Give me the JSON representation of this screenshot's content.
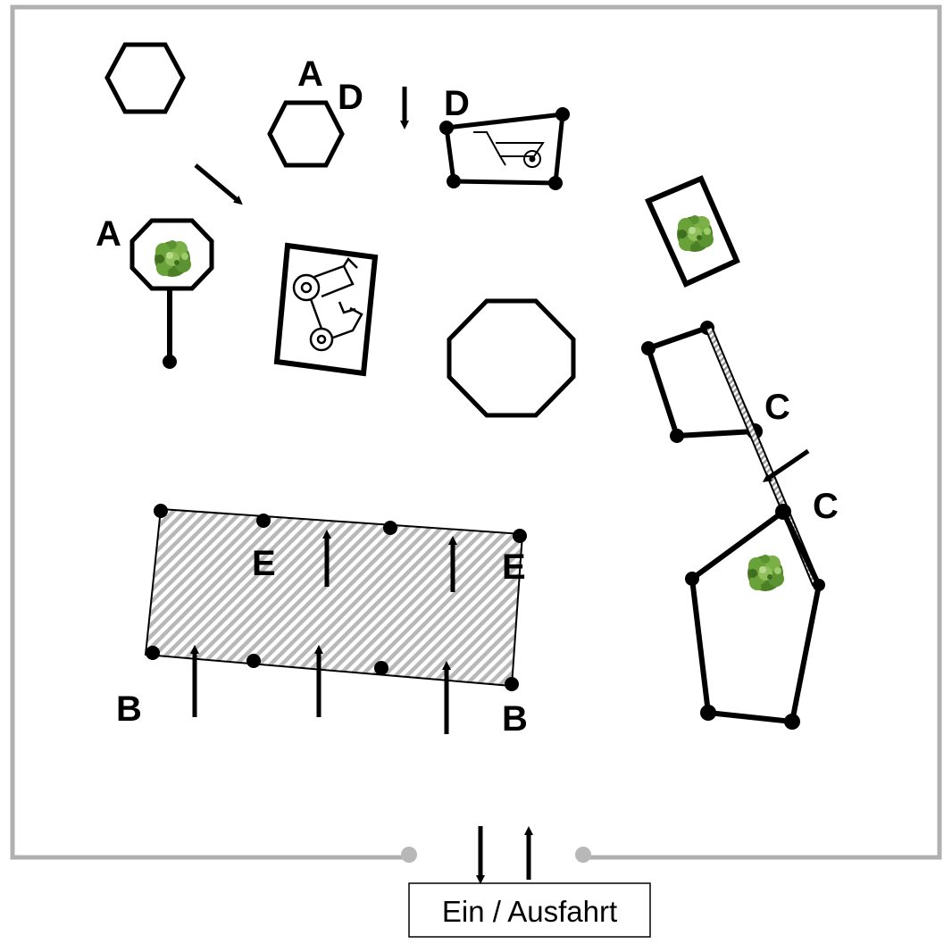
{
  "labels": {
    "a_top": "A",
    "d_top_left": "D",
    "d_top_right": "D",
    "a_left": "A",
    "c_upper": "C",
    "c_lower": "C",
    "e_left": "E",
    "e_right": "E",
    "b_left": "B",
    "b_right": "B"
  },
  "gate": {
    "label": "Ein / Ausfahrt"
  },
  "colors": {
    "fence": "#b0b0b0",
    "line": "#000000",
    "hatch": "#b8b8b8",
    "tree_dark": "#3f6e1f",
    "tree_mid": "#6aa23a",
    "tree_light": "#9fcb6a"
  },
  "icons": [
    "wheelbarrow-icon",
    "dump-truck-icon",
    "tree-icon"
  ]
}
